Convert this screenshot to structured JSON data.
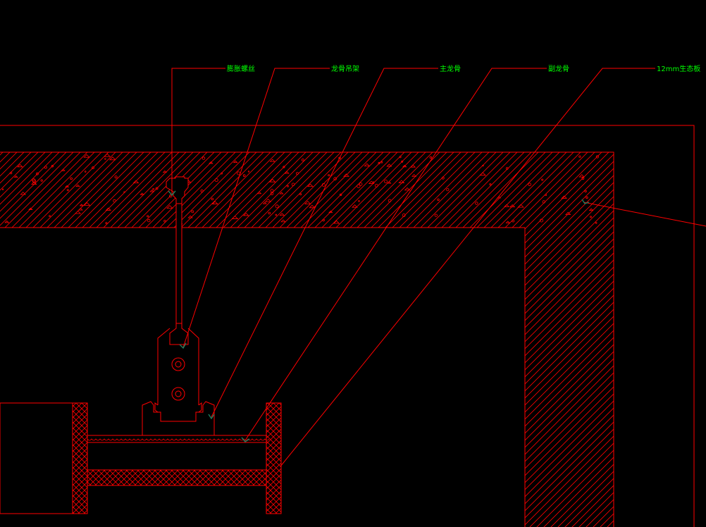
{
  "labels": {
    "expansion_bolt": "膨胀螺丝",
    "keel_hanger": "龙骨吊架",
    "main_keel": "主龙骨",
    "secondary_keel": "副龙骨",
    "board": "12mm生态板"
  },
  "colors": {
    "background": "#000000",
    "linework": "#ff0000",
    "label_text": "#00ff00",
    "arrow": "#1f7f5f"
  }
}
